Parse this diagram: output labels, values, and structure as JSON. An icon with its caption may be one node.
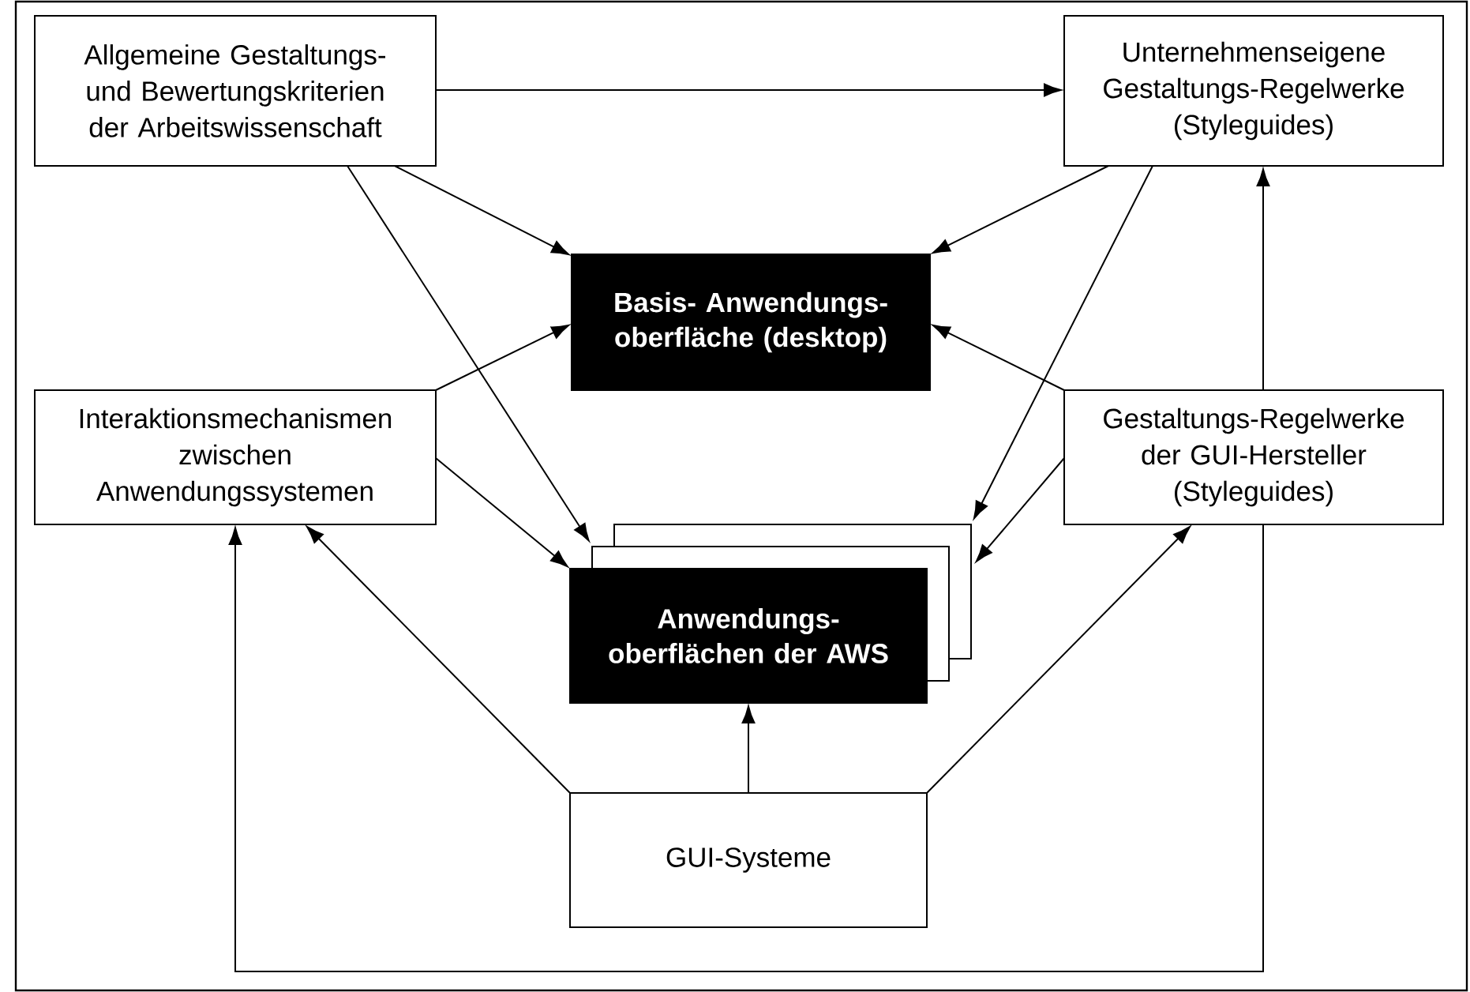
{
  "diagram": {
    "nodes": [
      {
        "text": [
          "Allgemeine Gestaltungs- und Bewertungskriterien der Arbeitswissenschaft"
        ]
      },
      {
        "text": [
          "Unternehmenseigene Gestaltungs-Regelwerke (Styleguides)"
        ]
      },
      {
        "text": [
          "Basis- Anwendungs- oberfläche (desktop)"
        ]
      },
      {
        "text": [
          "Interaktionsmechanismen zwischen Anwendungssystemen"
        ]
      },
      {
        "text": [
          "Gestaltungs-Regelwerke der GUI-Hersteller (Styleguides)"
        ]
      },
      {
        "text": [
          "Anwendungs- oberflächen der AWS"
        ]
      },
      {
        "text": [
          "GUI-Systeme"
        ]
      }
    ],
    "edges": [
      {
        "from": 0,
        "to": 1,
        "arrow": "to"
      },
      {
        "from": 0,
        "to": 2,
        "arrow": "to"
      },
      {
        "from": 0,
        "to": 5,
        "arrow": "to"
      },
      {
        "from": 1,
        "to": 2,
        "arrow": "to"
      },
      {
        "from": 1,
        "to": 5,
        "arrow": "to"
      },
      {
        "from": 3,
        "to": 2,
        "arrow": "to"
      },
      {
        "from": 3,
        "to": 5,
        "arrow": "to"
      },
      {
        "from": 4,
        "to": 2,
        "arrow": "to"
      },
      {
        "from": 4,
        "to": 5,
        "arrow": "to"
      },
      {
        "from": 6,
        "to": 5,
        "arrow": "to"
      },
      {
        "from": 6,
        "to": 3,
        "arrow": "to"
      },
      {
        "from": 6,
        "to": 4,
        "arrow": "to"
      },
      {
        "from": 4,
        "to": 1,
        "arrow": "to"
      },
      {
        "from": 4,
        "to": 3,
        "arrow": "to"
      }
    ]
  }
}
